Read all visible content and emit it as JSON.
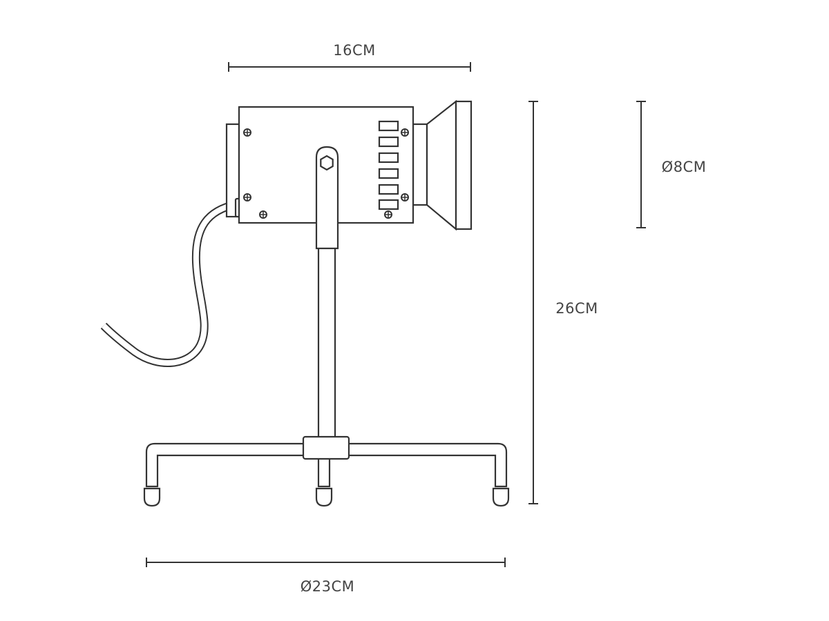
{
  "dimensions": {
    "head_width": "16CM",
    "total_height": "26CM",
    "shade_diameter": "Ø8CM",
    "base_diameter": "Ø23CM"
  },
  "colors": {
    "line": "#333333",
    "background": "#ffffff"
  }
}
